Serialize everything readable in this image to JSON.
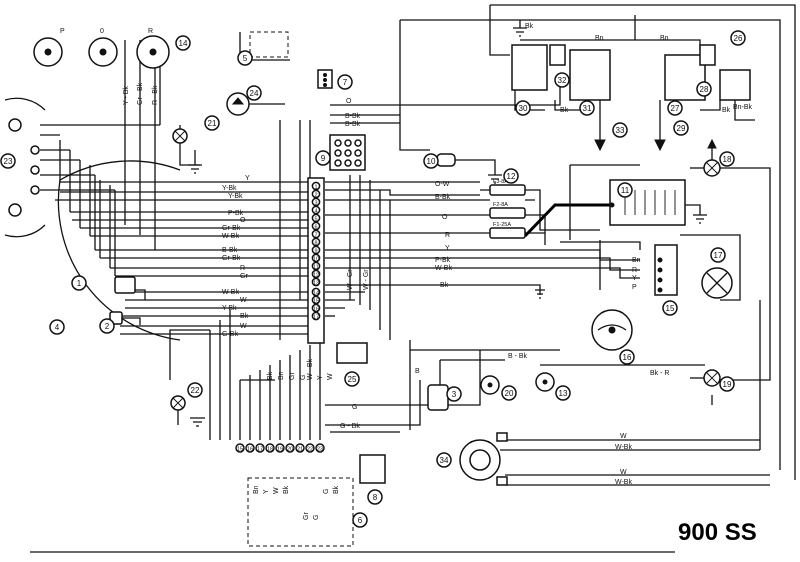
{
  "title": "900 SS",
  "component_numbers": [
    "1",
    "2",
    "3",
    "4",
    "5",
    "6",
    "7",
    "8",
    "9",
    "10",
    "11",
    "12",
    "13",
    "14",
    "15",
    "16",
    "17",
    "18",
    "19",
    "20",
    "21",
    "22",
    "23",
    "24",
    "25",
    "26",
    "27",
    "28",
    "29",
    "30",
    "31",
    "32",
    "33",
    "34"
  ],
  "switch_positions": {
    "p": "P",
    "o": "0",
    "r": "R"
  },
  "fuses": {
    "f3": "F3-8A",
    "f2": "F2-8A",
    "f1": "F1-25A"
  },
  "harness_terms": [
    "1",
    "2",
    "3",
    "4",
    "5",
    "6",
    "7",
    "8",
    "9",
    "10",
    "11",
    "12",
    "13",
    "14",
    "15",
    "16",
    "17",
    "18",
    "19",
    "20",
    "21",
    "22",
    "23"
  ],
  "wire_labels": {
    "y": "Y",
    "y_bk": "Y-Bk",
    "y_bk2": "Y-Bk",
    "p_bk": "P-Bk",
    "o": "O",
    "gr_bk": "Gr-Bk",
    "w_bk": "W-Bk",
    "b_bk": "B-Bk",
    "gr_bk2": "Gr-Bk",
    "r": "R",
    "gr": "Gr",
    "w_bk2": "W-Bk",
    "w": "W",
    "y_bk3": "Y-Bk",
    "bk": "Bk",
    "w2": "W",
    "g_bk": "G-Bk",
    "o_w": "O-W",
    "b_bk2": "B-Bk",
    "o2": "O",
    "r2": "R",
    "y2": "Y",
    "p_bk2": "P-Bk",
    "w_bk3": "W-Bk",
    "bk2": "Bk",
    "b_bk_t1": "B-Bk",
    "b_bk_t2": "B-Bk",
    "o_top": "O",
    "bn1": "Bn",
    "bn2": "Bn",
    "bk_top": "Bk",
    "bn_bk": "Bn-Bk",
    "bk_r30": "Bk",
    "bk_r27": "Bk",
    "bn_r": "Bn",
    "r_r": "R",
    "y_r": "Y",
    "p_r": "P",
    "bk_r19": "Bk - R",
    "b_bk_low": "B - Bk",
    "b_3": "B",
    "w_34a": "W",
    "w_bk_34a": "W-Bk",
    "w_34b": "W",
    "w_bk_34b": "W-Bk",
    "g_low": "G",
    "g_bk_low": "G - Bk",
    "v_ybk": "Y - Bk",
    "v_grbk": "Gr - Bk",
    "v_rbk": "R - Bk",
    "v_wgr": "W - Gr",
    "v_bgr": "W - Gr",
    "v_bk": "Bk",
    "v_bn": "Bn",
    "v_gr": "Gr",
    "v_g": "G",
    "v_wbk": "W - Bk",
    "v_y": "Y",
    "v_w": "W",
    "v_sbn": "Bn",
    "v_sy": "Y",
    "v_sw": "W",
    "v_sbk": "Bk",
    "v_sg": "G",
    "v_sbk2": "Bk",
    "v_sgr": "Gr",
    "v_sg2": "G"
  }
}
